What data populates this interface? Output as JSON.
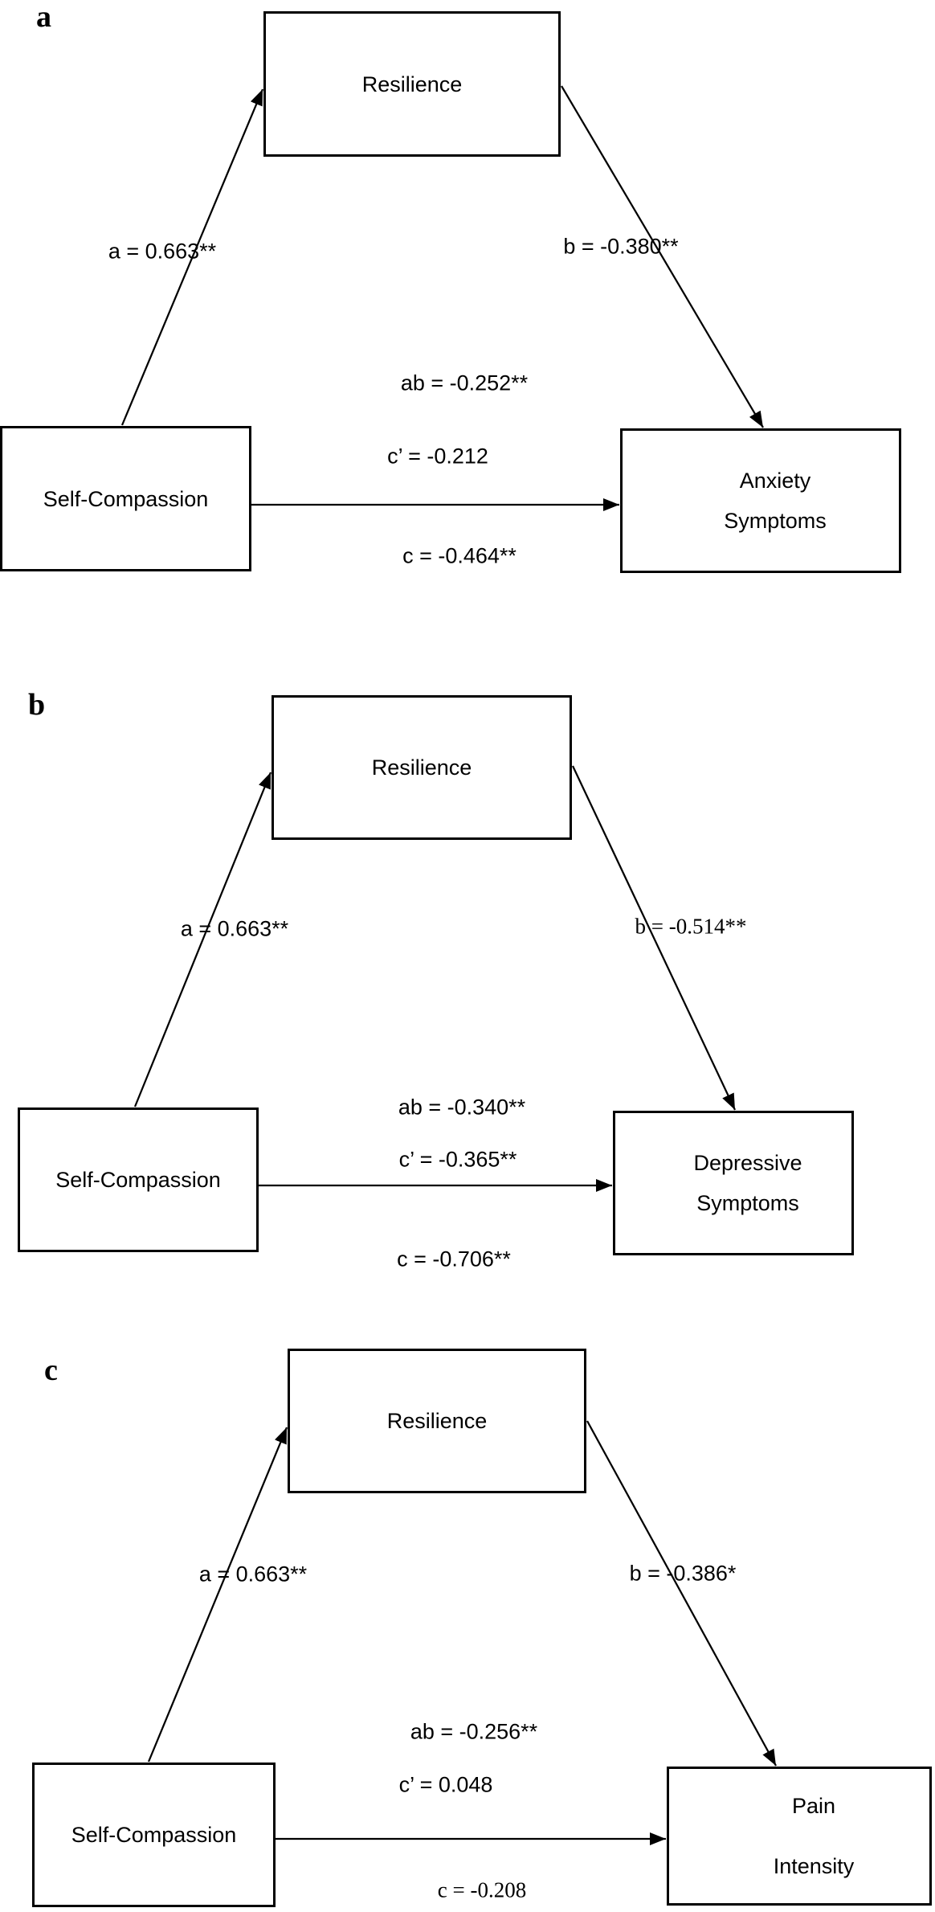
{
  "figure": {
    "background_color": "#ffffff",
    "line_color": "#000000",
    "panels": [
      {
        "letter": "a",
        "boxes": {
          "mediator": "Resilience",
          "predictor": "Self-Compassion",
          "outcome_line1": "Anxiety",
          "outcome_line2": "Symptoms"
        },
        "paths": {
          "a": "a = 0.663**",
          "b": "b = -0.380**",
          "ab": "ab = -0.252**",
          "c_prime": "c’ = -0.212",
          "c": "c = -0.464**"
        }
      },
      {
        "letter": "b",
        "boxes": {
          "mediator": "Resilience",
          "predictor": "Self-Compassion",
          "outcome_line1": "Depressive",
          "outcome_line2": "Symptoms"
        },
        "paths": {
          "a": "a = 0.663**",
          "b": "b = -0.514**",
          "ab": "ab = -0.340**",
          "c_prime": "c’ = -0.365**",
          "c": "c = -0.706**"
        }
      },
      {
        "letter": "c",
        "boxes": {
          "mediator": "Resilience",
          "predictor": "Self-Compassion",
          "outcome_line1": "Pain",
          "outcome_line2": "Intensity"
        },
        "paths": {
          "a": "a = 0.663**",
          "b": "b = -0.386*",
          "ab": "ab = -0.256**",
          "c_prime": "c’ = 0.048",
          "c": "c = -0.208"
        }
      }
    ]
  }
}
